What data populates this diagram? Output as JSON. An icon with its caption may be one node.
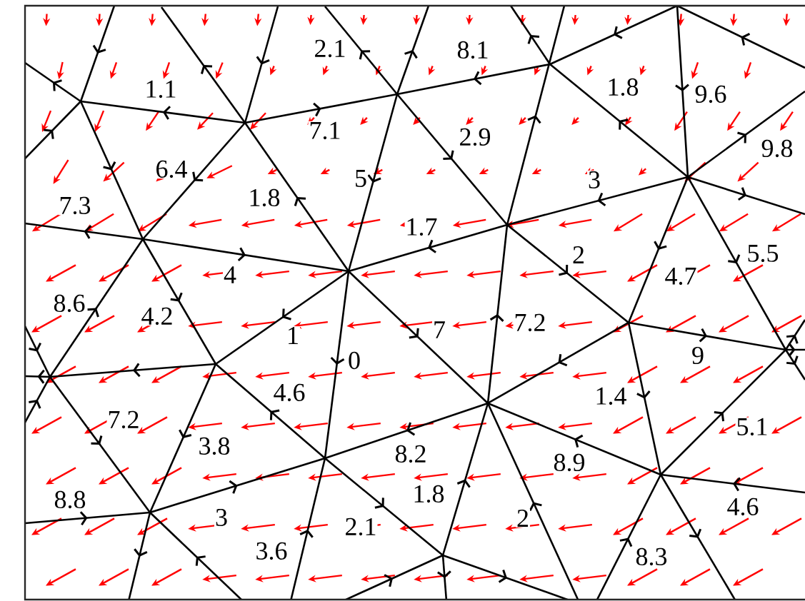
{
  "diagram": {
    "labels": [
      "2.1",
      "8.1",
      "1.1",
      "1.8",
      "9.6",
      "7.1",
      "2.9",
      "9.8",
      "6.4",
      "5",
      "3",
      "7.3",
      "1.8",
      "1.7",
      "2",
      "5.5",
      "4",
      "4.7",
      "8.6",
      "4.2",
      "1",
      "7",
      "7.2",
      "0",
      "9",
      "4.6",
      "1.4",
      "7.2",
      "5.1",
      "3.8",
      "8.2",
      "8.9",
      "8.8",
      "1.8",
      "3",
      "4.6",
      "2.1",
      "2",
      "3.6",
      "8.3"
    ]
  }
}
